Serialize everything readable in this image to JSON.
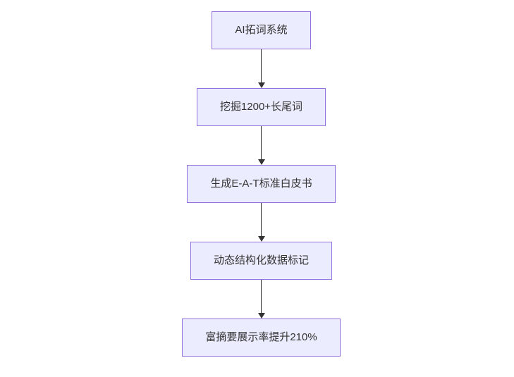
{
  "diagram": {
    "type": "flowchart",
    "direction": "top-down",
    "nodes": [
      {
        "id": "n1",
        "label": "AI拓词系统"
      },
      {
        "id": "n2",
        "label": "挖掘1200+长尾词"
      },
      {
        "id": "n3",
        "label": "生成E-A-T标准白皮书"
      },
      {
        "id": "n4",
        "label": "动态结构化数据标记"
      },
      {
        "id": "n5",
        "label": "富摘要展示率提升210%"
      }
    ],
    "edges": [
      {
        "from": "n1",
        "to": "n2",
        "style": "arrow-down"
      },
      {
        "from": "n2",
        "to": "n3",
        "style": "arrow-down"
      },
      {
        "from": "n3",
        "to": "n4",
        "style": "arrow-down"
      },
      {
        "from": "n4",
        "to": "n5",
        "style": "arrow-down"
      }
    ],
    "colors": {
      "node_fill": "#ececff",
      "node_border": "#9370db",
      "node_text": "#333333",
      "arrow": "#333333",
      "background": "#ffffff"
    }
  }
}
